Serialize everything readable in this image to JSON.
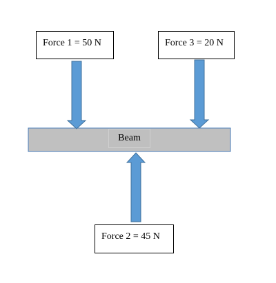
{
  "colors": {
    "beam_fill": "#c0c0c0",
    "beam_border": "#4a7ebb",
    "arrow_fill": "#5b9bd5",
    "arrow_stroke": "#41719c",
    "box_border": "#000000"
  },
  "forces": [
    {
      "label": "Force 1 = 50 N",
      "direction": "down"
    },
    {
      "label": "Force 2 = 45 N",
      "direction": "up"
    },
    {
      "label": "Force 3 = 20 N",
      "direction": "down"
    }
  ],
  "beam": {
    "label": "Beam"
  }
}
